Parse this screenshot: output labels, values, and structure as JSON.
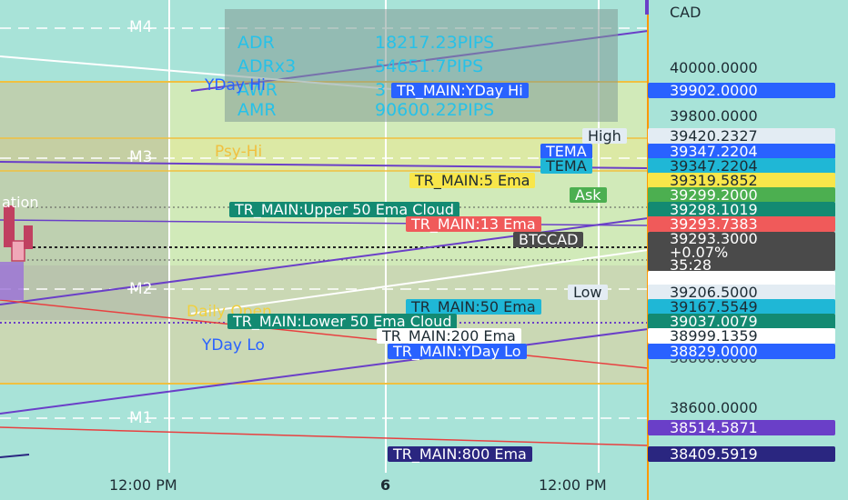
{
  "chart_data": {
    "type": "line",
    "title": "",
    "symbol": "BTCCAD",
    "currency": "CAD",
    "x_ticks": [
      "12:00 PM",
      "6",
      "12:00 PM"
    ],
    "y_ticks": [
      "40000.0000",
      "39800.0000",
      "38600.0000"
    ],
    "stats": [
      {
        "label": "ADR",
        "value": "18217.23PIPS"
      },
      {
        "label": "ADRx3",
        "value": "54651.7PIPS"
      },
      {
        "label": "AWR",
        "value": "3"
      },
      {
        "label": "AMR",
        "value": "90600.22PIPS"
      }
    ],
    "zone_labels": [
      "M4",
      "M3",
      "M2",
      "M1",
      "Psy-Hi",
      "Daily Open",
      "YDay Lo",
      "YDay Hi"
    ],
    "price_labels": [
      {
        "name": "TR_MAIN:YDay Hi",
        "value": "39902.0000",
        "bg": "#2962ff",
        "fg": "#ffffff"
      },
      {
        "name": "High",
        "value": "39420.2327",
        "bg": "#e3ecf3",
        "fg": "#1d2b33"
      },
      {
        "name": "TEMA",
        "value": "39347.2204",
        "bg": "#2962ff",
        "fg": "#ffffff"
      },
      {
        "name": "TEMA",
        "value": "39347.2204",
        "bg": "#1fb7d6",
        "fg": "#1d2b33"
      },
      {
        "name": "TR_MAIN:5 Ema",
        "value": "39319.5852",
        "bg": "#f8e64a",
        "fg": "#1d2b33"
      },
      {
        "name": "Ask",
        "value": "39299.2000",
        "bg": "#4caf50",
        "fg": "#ffffff"
      },
      {
        "name": "TR_MAIN:Upper 50 Ema Cloud",
        "value": "39298.1019",
        "bg": "#138a72",
        "fg": "#ffffff"
      },
      {
        "name": "TR_MAIN:13 Ema",
        "value": "39293.7383",
        "bg": "#f05a5a",
        "fg": "#ffffff"
      },
      {
        "name": "BTCCAD",
        "value": "39293.3000",
        "bg": "#4a4a4a",
        "fg": "#ffffff"
      },
      {
        "name": "Low",
        "value": "39206.5000",
        "bg": "#e3ecf3",
        "fg": "#1d2b33"
      },
      {
        "name": "TR_MAIN:50 Ema",
        "value": "39167.5549",
        "bg": "#1fb7d6",
        "fg": "#1d2b33"
      },
      {
        "name": "TR_MAIN:Lower 50 Ema Cloud",
        "value": "39037.0079",
        "bg": "#138a72",
        "fg": "#ffffff"
      },
      {
        "name": "TR_MAIN:200 Ema",
        "value": "38999.1359",
        "bg": "#ffffff",
        "fg": "#1d2b33"
      },
      {
        "name": "TR_MAIN:YDay Lo",
        "value": "38829.0000",
        "bg": "#2962ff",
        "fg": "#ffffff"
      },
      {
        "name": "",
        "value": "38514.5871",
        "bg": "#6a3fc8",
        "fg": "#ffffff"
      },
      {
        "name": "TR_MAIN:800 Ema",
        "value": "38409.5919",
        "bg": "#2a2680",
        "fg": "#ffffff"
      }
    ],
    "last_change": "+0.07%",
    "countdown": "35:28",
    "partial_labels": [
      "38800.0000",
      "ation"
    ]
  },
  "colors": {
    "background": "#a8e3d8",
    "yday_band": "#f2f0a0",
    "price_line": "#ff9800",
    "axis_text": "#1d2b33"
  }
}
